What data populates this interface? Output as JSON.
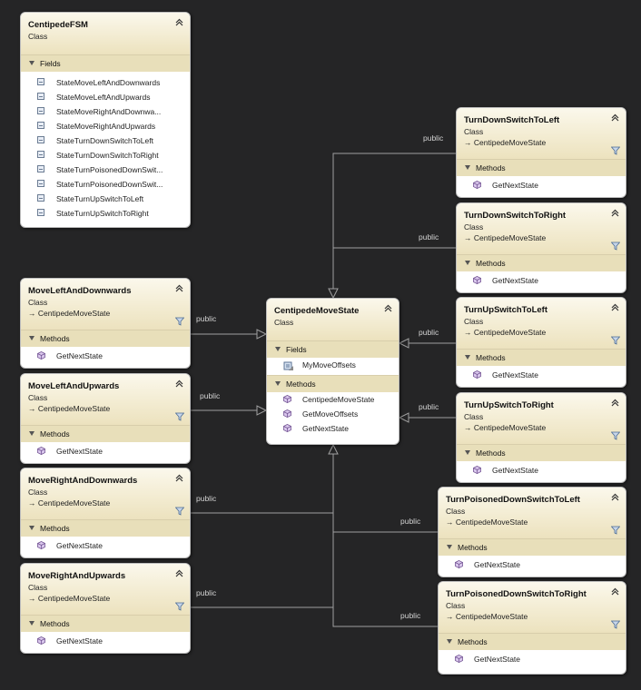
{
  "classes": {
    "fsm": {
      "name": "CentipedeFSM",
      "kind": "Class",
      "fields_label": "Fields",
      "fields": [
        "StateMoveLeftAndDownwards",
        "StateMoveLeftAndUpwards",
        "StateMoveRightAndDownwa...",
        "StateMoveRightAndUpwards",
        "StateTurnDownSwitchToLeft",
        "StateTurnDownSwitchToRight",
        "StateTurnPoisonedDownSwit...",
        "StateTurnPoisonedDownSwit...",
        "StateTurnUpSwitchToLeft",
        "StateTurnUpSwitchToRight"
      ]
    },
    "base": {
      "name": "CentipedeMoveState",
      "kind": "Class",
      "fields_label": "Fields",
      "field": "MyMoveOffsets",
      "methods_label": "Methods",
      "methods": [
        "CentipedeMoveState",
        "GetMoveOffsets",
        "GetNextState"
      ]
    },
    "mld": {
      "name": "MoveLeftAndDownwards",
      "kind": "Class",
      "base": "CentipedeMoveState",
      "methods_label": "Methods",
      "method": "GetNextState"
    },
    "mlu": {
      "name": "MoveLeftAndUpwards",
      "kind": "Class",
      "base": "CentipedeMoveState",
      "methods_label": "Methods",
      "method": "GetNextState"
    },
    "mrd": {
      "name": "MoveRightAndDownwards",
      "kind": "Class",
      "base": "CentipedeMoveState",
      "methods_label": "Methods",
      "method": "GetNextState"
    },
    "mru": {
      "name": "MoveRightAndUpwards",
      "kind": "Class",
      "base": "CentipedeMoveState",
      "methods_label": "Methods",
      "method": "GetNextState"
    },
    "tdl": {
      "name": "TurnDownSwitchToLeft",
      "kind": "Class",
      "base": "CentipedeMoveState",
      "methods_label": "Methods",
      "method": "GetNextState"
    },
    "tdr": {
      "name": "TurnDownSwitchToRight",
      "kind": "Class",
      "base": "CentipedeMoveState",
      "methods_label": "Methods",
      "method": "GetNextState"
    },
    "tul": {
      "name": "TurnUpSwitchToLeft",
      "kind": "Class",
      "base": "CentipedeMoveState",
      "methods_label": "Methods",
      "method": "GetNextState"
    },
    "tur": {
      "name": "TurnUpSwitchToRight",
      "kind": "Class",
      "base": "CentipedeMoveState",
      "methods_label": "Methods",
      "method": "GetNextState"
    },
    "tpl": {
      "name": "TurnPoisonedDownSwitchToLeft",
      "kind": "Class",
      "base": "CentipedeMoveState",
      "methods_label": "Methods",
      "method": "GetNextState"
    },
    "tpr": {
      "name": "TurnPoisonedDownSwitchToRight",
      "kind": "Class",
      "base": "CentipedeMoveState",
      "methods_label": "Methods",
      "method": "GetNextState"
    }
  },
  "connector_label": "public",
  "colors": {
    "background": "#252526",
    "header": "#f3ecd2",
    "section": "#e8dfba",
    "connector": "#a0a0a0"
  }
}
